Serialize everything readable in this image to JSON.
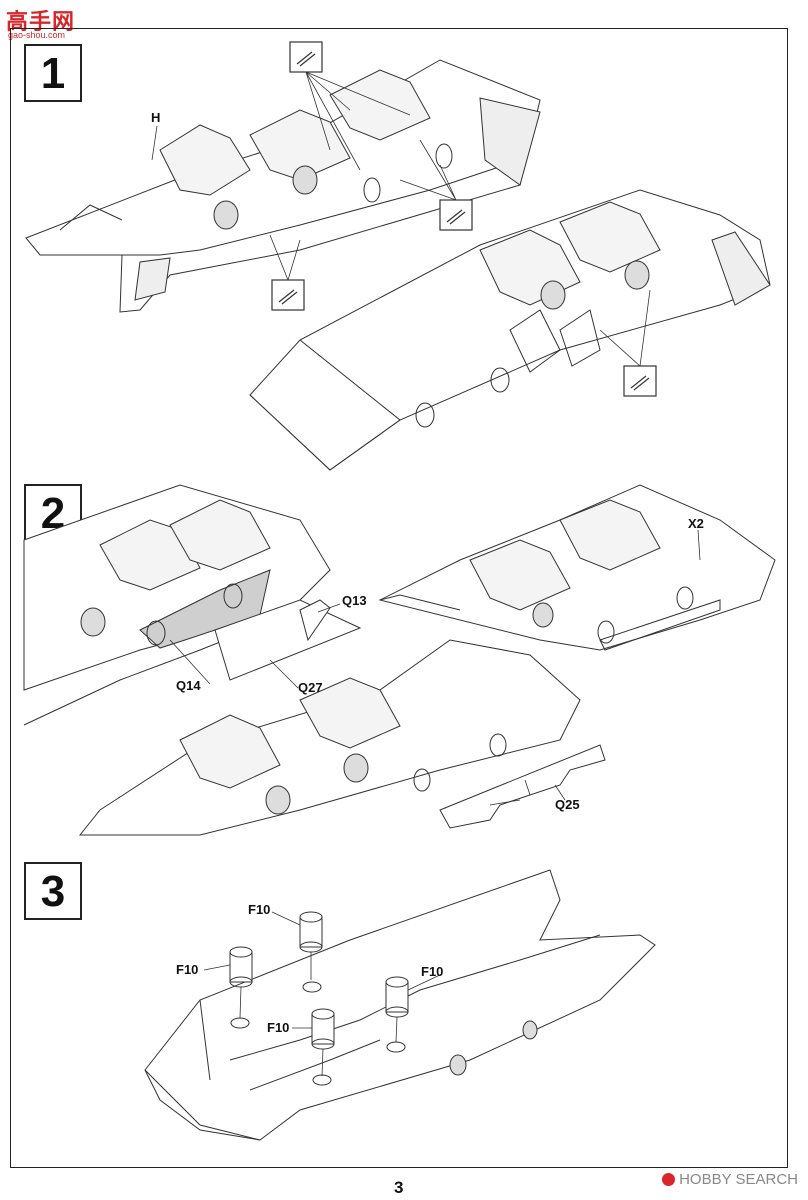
{
  "watermark_top": {
    "brand": "高手网",
    "url": "gao-shou.com"
  },
  "steps": [
    {
      "number": "1",
      "callouts": [
        "H"
      ]
    },
    {
      "number": "2",
      "callouts": [
        "Q13",
        "Q14",
        "Q27",
        "X2",
        "Q25"
      ]
    },
    {
      "number": "3",
      "callouts": [
        "F10",
        "F10",
        "F10",
        "F10"
      ]
    }
  ],
  "page_number": "3",
  "watermark_bottom": "HOBBY SEARCH"
}
